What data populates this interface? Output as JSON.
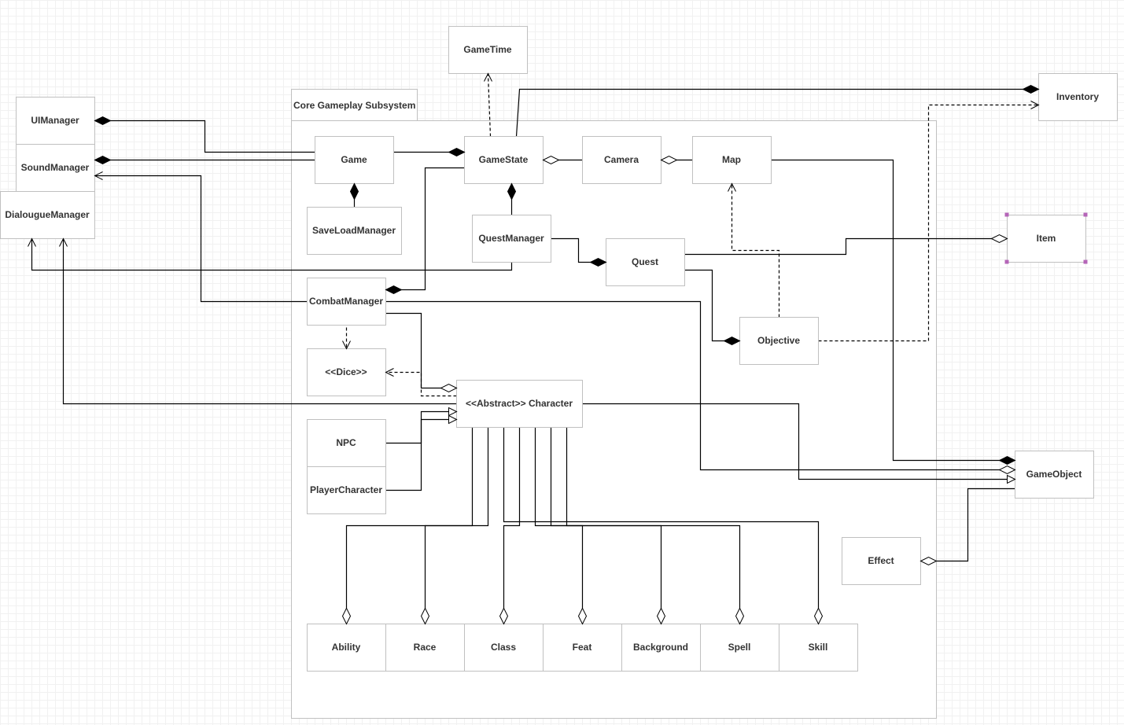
{
  "diagram": {
    "type": "UML class diagram",
    "package": {
      "id": "core",
      "label": "Core Gameplay Subsystem"
    },
    "classes": [
      {
        "id": "GameTime",
        "label": "GameTime"
      },
      {
        "id": "UIManager",
        "label": "UIManager"
      },
      {
        "id": "SoundManager",
        "label": "SoundManager"
      },
      {
        "id": "DialougueManager",
        "label": "DialougueManager"
      },
      {
        "id": "Game",
        "label": "Game"
      },
      {
        "id": "GameState",
        "label": "GameState"
      },
      {
        "id": "Camera",
        "label": "Camera"
      },
      {
        "id": "Map",
        "label": "Map"
      },
      {
        "id": "Inventory",
        "label": "Inventory"
      },
      {
        "id": "SaveLoadManager",
        "label": "SaveLoadManager"
      },
      {
        "id": "QuestManager",
        "label": "QuestManager"
      },
      {
        "id": "Quest",
        "label": "Quest"
      },
      {
        "id": "Item",
        "label": "Item",
        "selected": true
      },
      {
        "id": "CombatManager",
        "label": "CombatManager"
      },
      {
        "id": "Objective",
        "label": "Objective"
      },
      {
        "id": "Dice",
        "label": "<<Dice>>"
      },
      {
        "id": "Character",
        "label": "<<Abstract>> Character"
      },
      {
        "id": "NPC",
        "label": "NPC"
      },
      {
        "id": "PlayerCharacter",
        "label": "PlayerCharacter"
      },
      {
        "id": "GameObject",
        "label": "GameObject"
      },
      {
        "id": "Effect",
        "label": "Effect"
      },
      {
        "id": "Ability",
        "label": "Ability"
      },
      {
        "id": "Race",
        "label": "Race"
      },
      {
        "id": "Class",
        "label": "Class"
      },
      {
        "id": "Feat",
        "label": "Feat"
      },
      {
        "id": "Background",
        "label": "Background"
      },
      {
        "id": "Spell",
        "label": "Spell"
      },
      {
        "id": "Skill",
        "label": "Skill"
      }
    ],
    "relationships": [
      {
        "from": "Game",
        "to": "UIManager",
        "kind": "composition"
      },
      {
        "from": "Game",
        "to": "SoundManager",
        "kind": "composition"
      },
      {
        "from": "Game",
        "to": "GameState",
        "kind": "composition"
      },
      {
        "from": "SaveLoadManager",
        "to": "Game",
        "kind": "composition"
      },
      {
        "from": "GameState",
        "to": "GameTime",
        "kind": "dependency"
      },
      {
        "from": "GameState",
        "to": "Inventory",
        "kind": "composition"
      },
      {
        "from": "Camera",
        "to": "GameState",
        "kind": "aggregation"
      },
      {
        "from": "Map",
        "to": "Camera",
        "kind": "aggregation"
      },
      {
        "from": "QuestManager",
        "to": "GameState",
        "kind": "composition"
      },
      {
        "from": "CombatManager",
        "to": "GameState",
        "kind": "composition"
      },
      {
        "from": "QuestManager",
        "to": "Quest",
        "kind": "composition"
      },
      {
        "from": "QuestManager",
        "to": "DialougueManager",
        "kind": "association"
      },
      {
        "from": "Quest",
        "to": "Item",
        "kind": "aggregation"
      },
      {
        "from": "Quest",
        "to": "Objective",
        "kind": "composition"
      },
      {
        "from": "Objective",
        "to": "Map",
        "kind": "dependency"
      },
      {
        "from": "Objective",
        "to": "Inventory",
        "kind": "dependency"
      },
      {
        "from": "CombatManager",
        "to": "SoundManager",
        "kind": "association"
      },
      {
        "from": "CombatManager",
        "to": "Dice",
        "kind": "dependency"
      },
      {
        "from": "CombatManager",
        "to": "Character",
        "kind": "aggregation"
      },
      {
        "from": "Character",
        "to": "Dice",
        "kind": "dependency"
      },
      {
        "from": "Character",
        "to": "DialougueManager",
        "kind": "association"
      },
      {
        "from": "NPC",
        "to": "Character",
        "kind": "generalization"
      },
      {
        "from": "PlayerCharacter",
        "to": "Character",
        "kind": "generalization"
      },
      {
        "from": "Map",
        "to": "GameObject",
        "kind": "composition"
      },
      {
        "from": "CombatManager",
        "to": "GameObject",
        "kind": "aggregation"
      },
      {
        "from": "Character",
        "to": "GameObject",
        "kind": "generalization"
      },
      {
        "from": "GameObject",
        "to": "Effect",
        "kind": "aggregation"
      },
      {
        "from": "Character",
        "to": "Ability",
        "kind": "aggregation"
      },
      {
        "from": "Character",
        "to": "Race",
        "kind": "aggregation"
      },
      {
        "from": "Character",
        "to": "Class",
        "kind": "aggregation"
      },
      {
        "from": "Character",
        "to": "Feat",
        "kind": "aggregation"
      },
      {
        "from": "Character",
        "to": "Background",
        "kind": "aggregation"
      },
      {
        "from": "Character",
        "to": "Spell",
        "kind": "aggregation"
      },
      {
        "from": "Character",
        "to": "Skill",
        "kind": "aggregation"
      }
    ]
  }
}
